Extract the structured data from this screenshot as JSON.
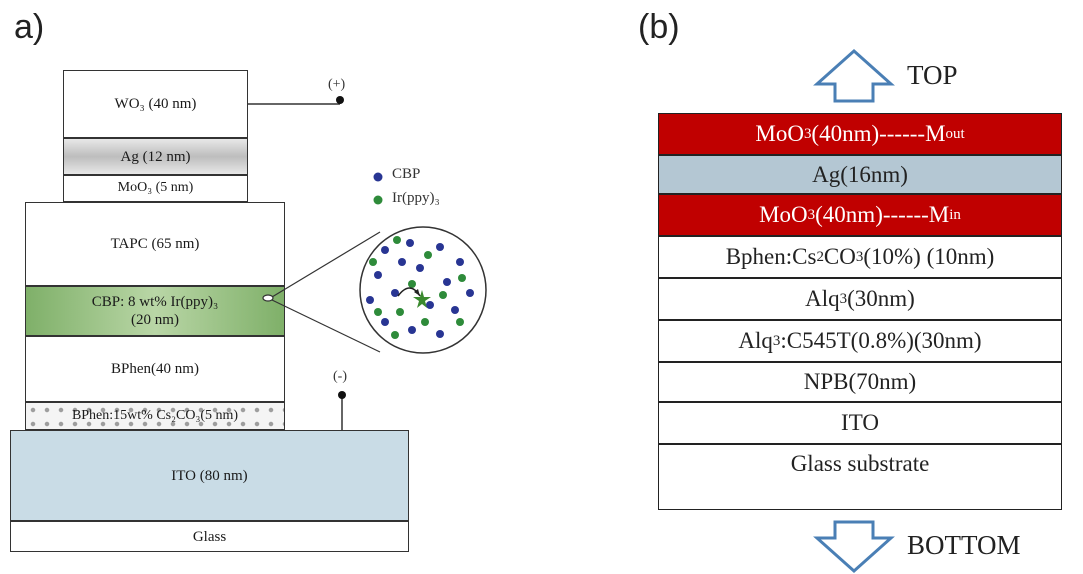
{
  "panel_a": {
    "label": "a)",
    "layers": {
      "wo3": "WO₃ (40 nm)",
      "ag": "Ag (12 nm)",
      "moo3": "MoO₃ (5 nm)",
      "tapc": "TAPC (65 nm)",
      "cbp_line1": "CBP: 8 wt% Ir(ppy)₃",
      "cbp_line2": "(20 nm)",
      "bphen": "BPhen(40 nm)",
      "bphen_cs": "BPhen:15wt% Cs₂CO₃(5 nm)",
      "ito": "ITO (80 nm)",
      "glass": "Glass"
    },
    "anode_label": "(+)",
    "cathode_label": "(-)",
    "legend": {
      "cbp": "CBP",
      "irppy": "Ir(ppy)₃"
    },
    "colors": {
      "cbp_dot": "#283593",
      "irppy_dot": "#2e8b3a",
      "ito_fill": "#c9dce6",
      "cbp_layer": "#9cc38a",
      "ag_layer": "#bdbdbd"
    }
  },
  "panel_b": {
    "label": "(b)",
    "top_label": "TOP",
    "bottom_label": "BOTTOM",
    "layers": {
      "moo3_out_main": "MoO",
      "moo3_out_sub": "3",
      "moo3_out_rest": "(40nm)------M",
      "moo3_out_suffix": "out",
      "ag": "Ag(16nm)",
      "moo3_in_main": "MoO",
      "moo3_in_sub": "3",
      "moo3_in_rest": "(40nm)------M",
      "moo3_in_suffix": "in",
      "bphen_a": "Bphen:Cs",
      "bphen_sub1": "2",
      "bphen_b": "CO",
      "bphen_sub2": "3",
      "bphen_c": "(10%) (10nm)",
      "alq3_a": "Alq",
      "alq3_sub": "3",
      "alq3_b": " (30nm)",
      "alqc_a": "Alq",
      "alqc_sub": "3",
      "alqc_b": ":C545T(0.8%)(30nm)",
      "npb": "NPB(70nm)",
      "ito": "ITO",
      "glass": "Glass substrate"
    },
    "colors": {
      "red": "#c00000",
      "grey_blue": "#b4c7d3",
      "arrow": "#4a7fb5"
    }
  }
}
